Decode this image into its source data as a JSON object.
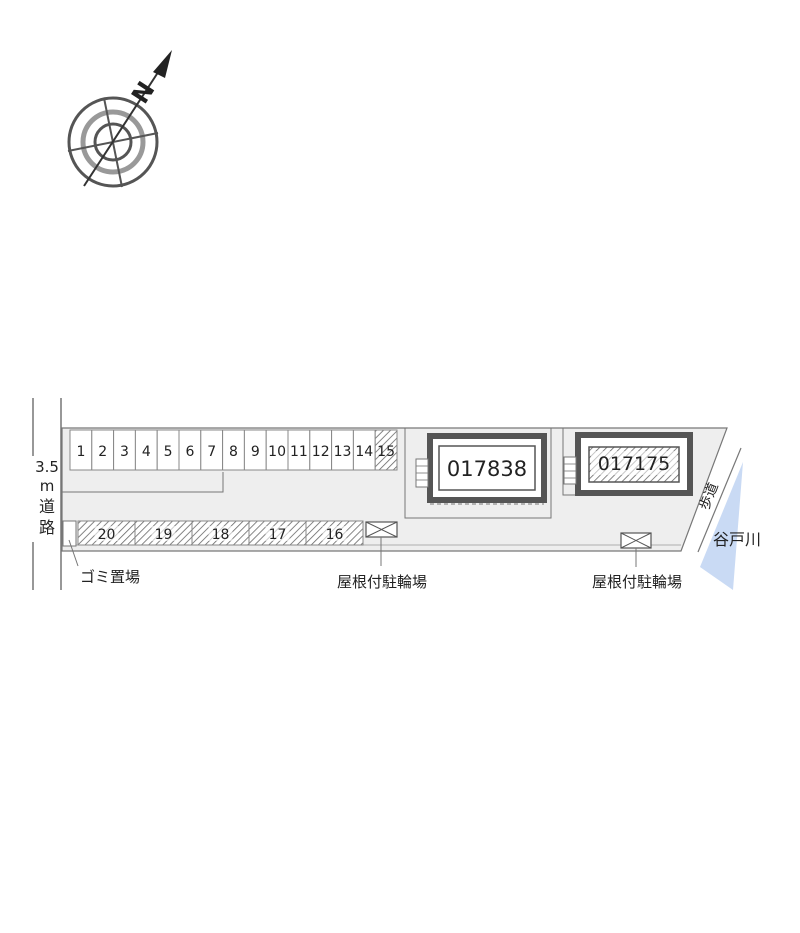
{
  "compass": {
    "north_label": "N",
    "icon": "north-arrow-compass"
  },
  "road": {
    "label_chars": [
      "3.5",
      "m",
      "道",
      "路"
    ]
  },
  "parking_top": [
    "1",
    "2",
    "3",
    "4",
    "5",
    "6",
    "7",
    "8",
    "9",
    "10",
    "11",
    "12",
    "13",
    "14",
    "15"
  ],
  "parking_top_hatched": [
    "15"
  ],
  "parking_bottom": [
    "20",
    "19",
    "18",
    "17",
    "16"
  ],
  "buildings": [
    {
      "id": "017838",
      "hatched": false
    },
    {
      "id": "017175",
      "hatched": true
    }
  ],
  "labels": {
    "garbage": "ゴミ置場",
    "bike_shed_1": "屋根付駐輪場",
    "bike_shed_2": "屋根付駐輪場",
    "side_road": "歩道",
    "river": "谷戸川"
  },
  "colors": {
    "lot": "#eeeeee",
    "line": "#777777",
    "building_frame": "#555555",
    "river": "#c9daf4"
  }
}
